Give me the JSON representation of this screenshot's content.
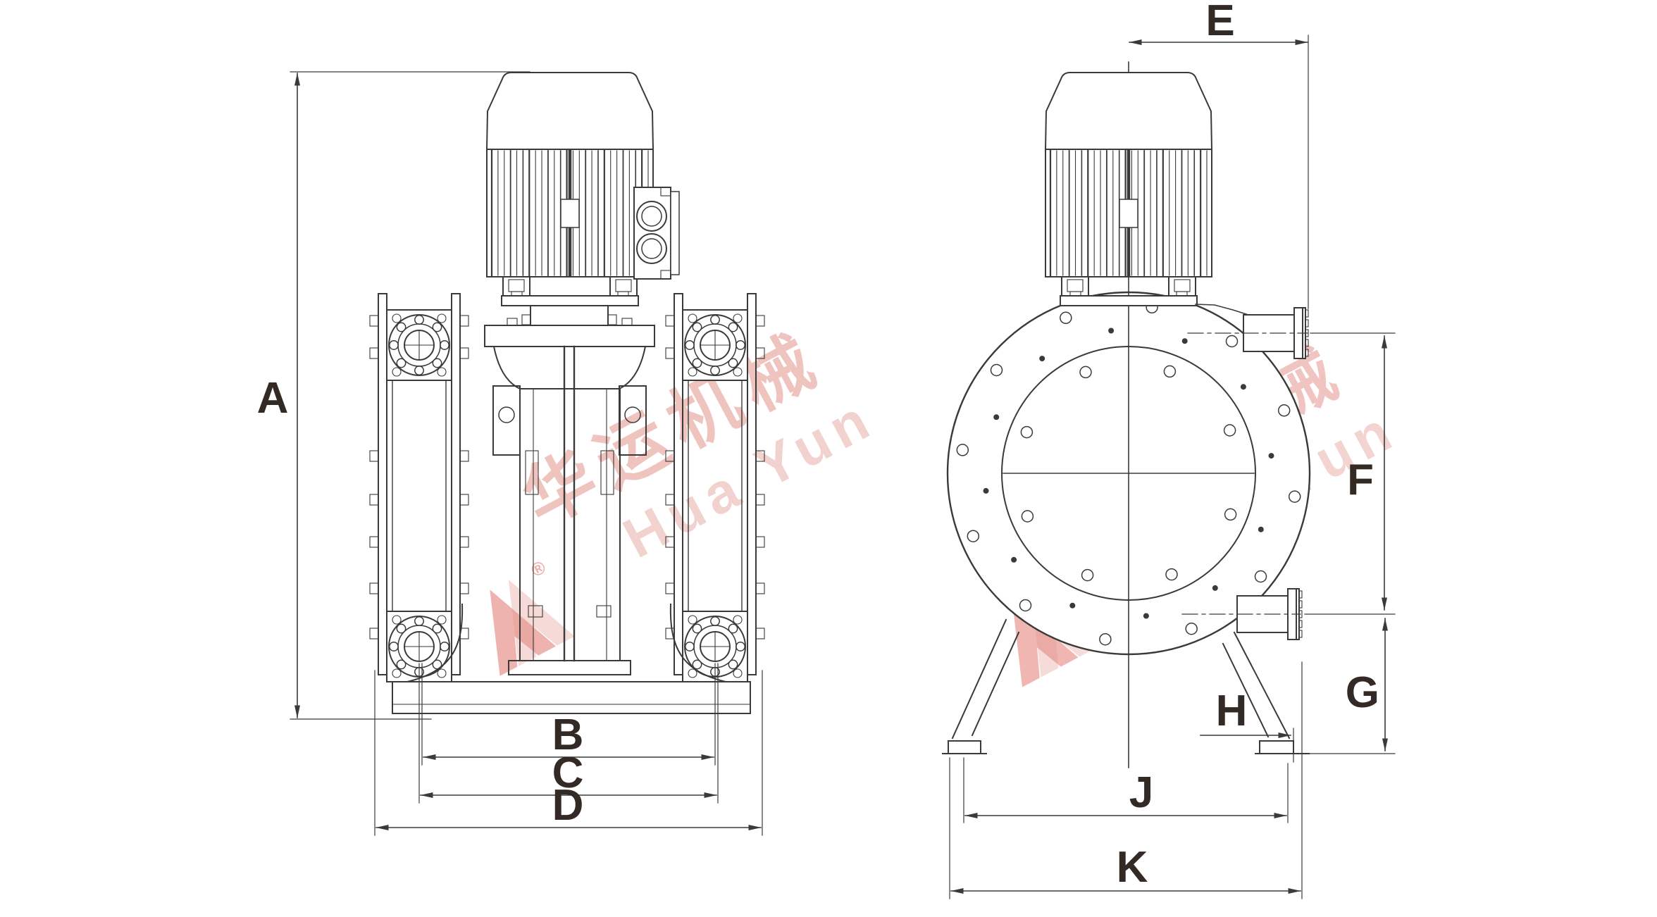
{
  "drawing": {
    "views": [
      {
        "id": "front-elevation",
        "dims": [
          "A",
          "B",
          "C",
          "D"
        ]
      },
      {
        "id": "side-elevation",
        "dims": [
          "E",
          "F",
          "G",
          "H",
          "J",
          "K"
        ]
      }
    ]
  },
  "dims": {
    "A": "A",
    "B": "B",
    "C": "C",
    "D": "D",
    "E": "E",
    "F": "F",
    "G": "G",
    "H": "H",
    "J": "J",
    "K": "K"
  },
  "watermark": {
    "cn": "华运机械",
    "en": "Hua Yun",
    "registered": "®"
  },
  "colors": {
    "background": "#ffffff",
    "line": "#3a3a3a",
    "label": "#332a26",
    "watermark_logo": "#d6493f",
    "watermark_cn": "#d96a5f",
    "watermark_en": "#e2968e"
  }
}
